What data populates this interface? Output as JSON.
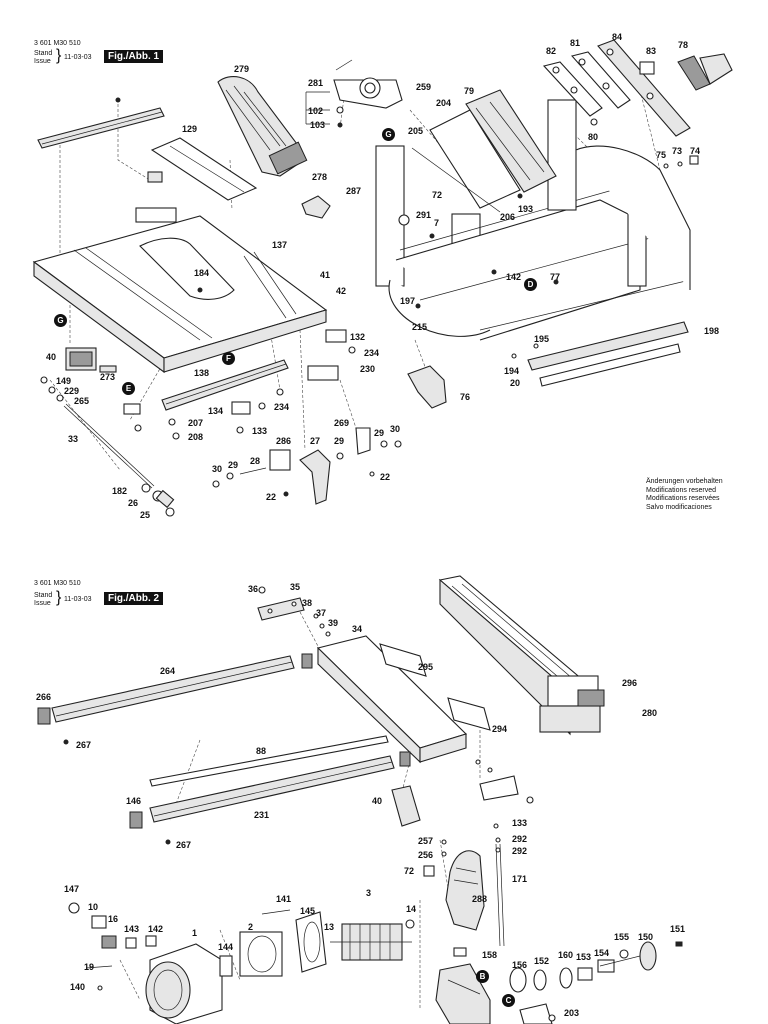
{
  "fig1": {
    "doc_number": "3 601 M30 510",
    "stand_label": "Stand",
    "issue_label": "Issue",
    "date": "11-03-03",
    "fig_title": "Fig./Abb. 1",
    "callouts": {
      "c279": "279",
      "c281": "281",
      "c102": "102",
      "c103": "103",
      "c259": "259",
      "c204": "204",
      "c79": "79",
      "c84": "84",
      "c82": "82",
      "c81": "81",
      "c83": "83",
      "c78": "78",
      "c129": "129",
      "c205": "205",
      "c80": "80",
      "c75": "75",
      "c73": "73",
      "c74": "74",
      "c278": "278",
      "c287": "287",
      "c72": "72",
      "c206": "206",
      "c193": "193",
      "c291": "291",
      "c7": "7",
      "c137": "137",
      "c184": "184",
      "c41": "41",
      "c42": "42",
      "c142": "142",
      "c77": "77",
      "c197": "197",
      "c215": "215",
      "c198": "198",
      "c132": "132",
      "c234a": "234",
      "c40": "40",
      "c273": "273",
      "c195": "195",
      "c230": "230",
      "c194": "194",
      "c20": "20",
      "c149": "149",
      "c229": "229",
      "c265": "265",
      "c138": "138",
      "c76": "76",
      "c134": "134",
      "c234b": "234",
      "c207": "207",
      "c208": "208",
      "c133": "133",
      "c269": "269",
      "c29a": "29",
      "c30a": "30",
      "c33": "33",
      "c286": "286",
      "c27": "27",
      "c29b": "29",
      "c30b": "30",
      "c29c": "29",
      "c28": "28",
      "c22a": "22",
      "c22b": "22",
      "c182": "182",
      "c26": "26",
      "c25": "25"
    },
    "markers": {
      "G1": "G",
      "G2": "G",
      "F": "F",
      "E": "E",
      "D": "D"
    },
    "notice": [
      "Änderungen vorbehalten",
      "Modifications reserved",
      "Modifications reservées",
      "Salvo modificaciones"
    ]
  },
  "fig2": {
    "doc_number": "3 601 M30 510",
    "stand_label": "Stand",
    "issue_label": "Issue",
    "date": "11-03-03",
    "fig_title": "Fig./Abb. 2",
    "callouts": {
      "c36": "36",
      "c35": "35",
      "c38": "38",
      "c37": "37",
      "c39": "39",
      "c34": "34",
      "c264": "264",
      "c295": "295",
      "c296": "296",
      "c266": "266",
      "c267a": "267",
      "c280": "280",
      "c294": "294",
      "c88": "88",
      "c146": "146",
      "c40": "40",
      "c231": "231",
      "c267b": "267",
      "c133": "133",
      "c257": "257",
      "c292a": "292",
      "c256": "256",
      "c292b": "292",
      "c72": "72",
      "c171": "171",
      "c147": "147",
      "c10": "10",
      "c141": "141",
      "c3": "3",
      "c16": "16",
      "c143": "143",
      "c142": "142",
      "c1": "1",
      "c2": "2",
      "c145": "145",
      "c288": "288",
      "c13": "13",
      "c14": "14",
      "c144": "144",
      "c19": "19",
      "c140": "140",
      "c158": "158",
      "c156": "156",
      "c152": "152",
      "c160": "160",
      "c153": "153",
      "c154": "154",
      "c155": "155",
      "c150": "150",
      "c151": "151",
      "c203": "203"
    },
    "markers": {
      "B": "B",
      "C": "C"
    }
  }
}
